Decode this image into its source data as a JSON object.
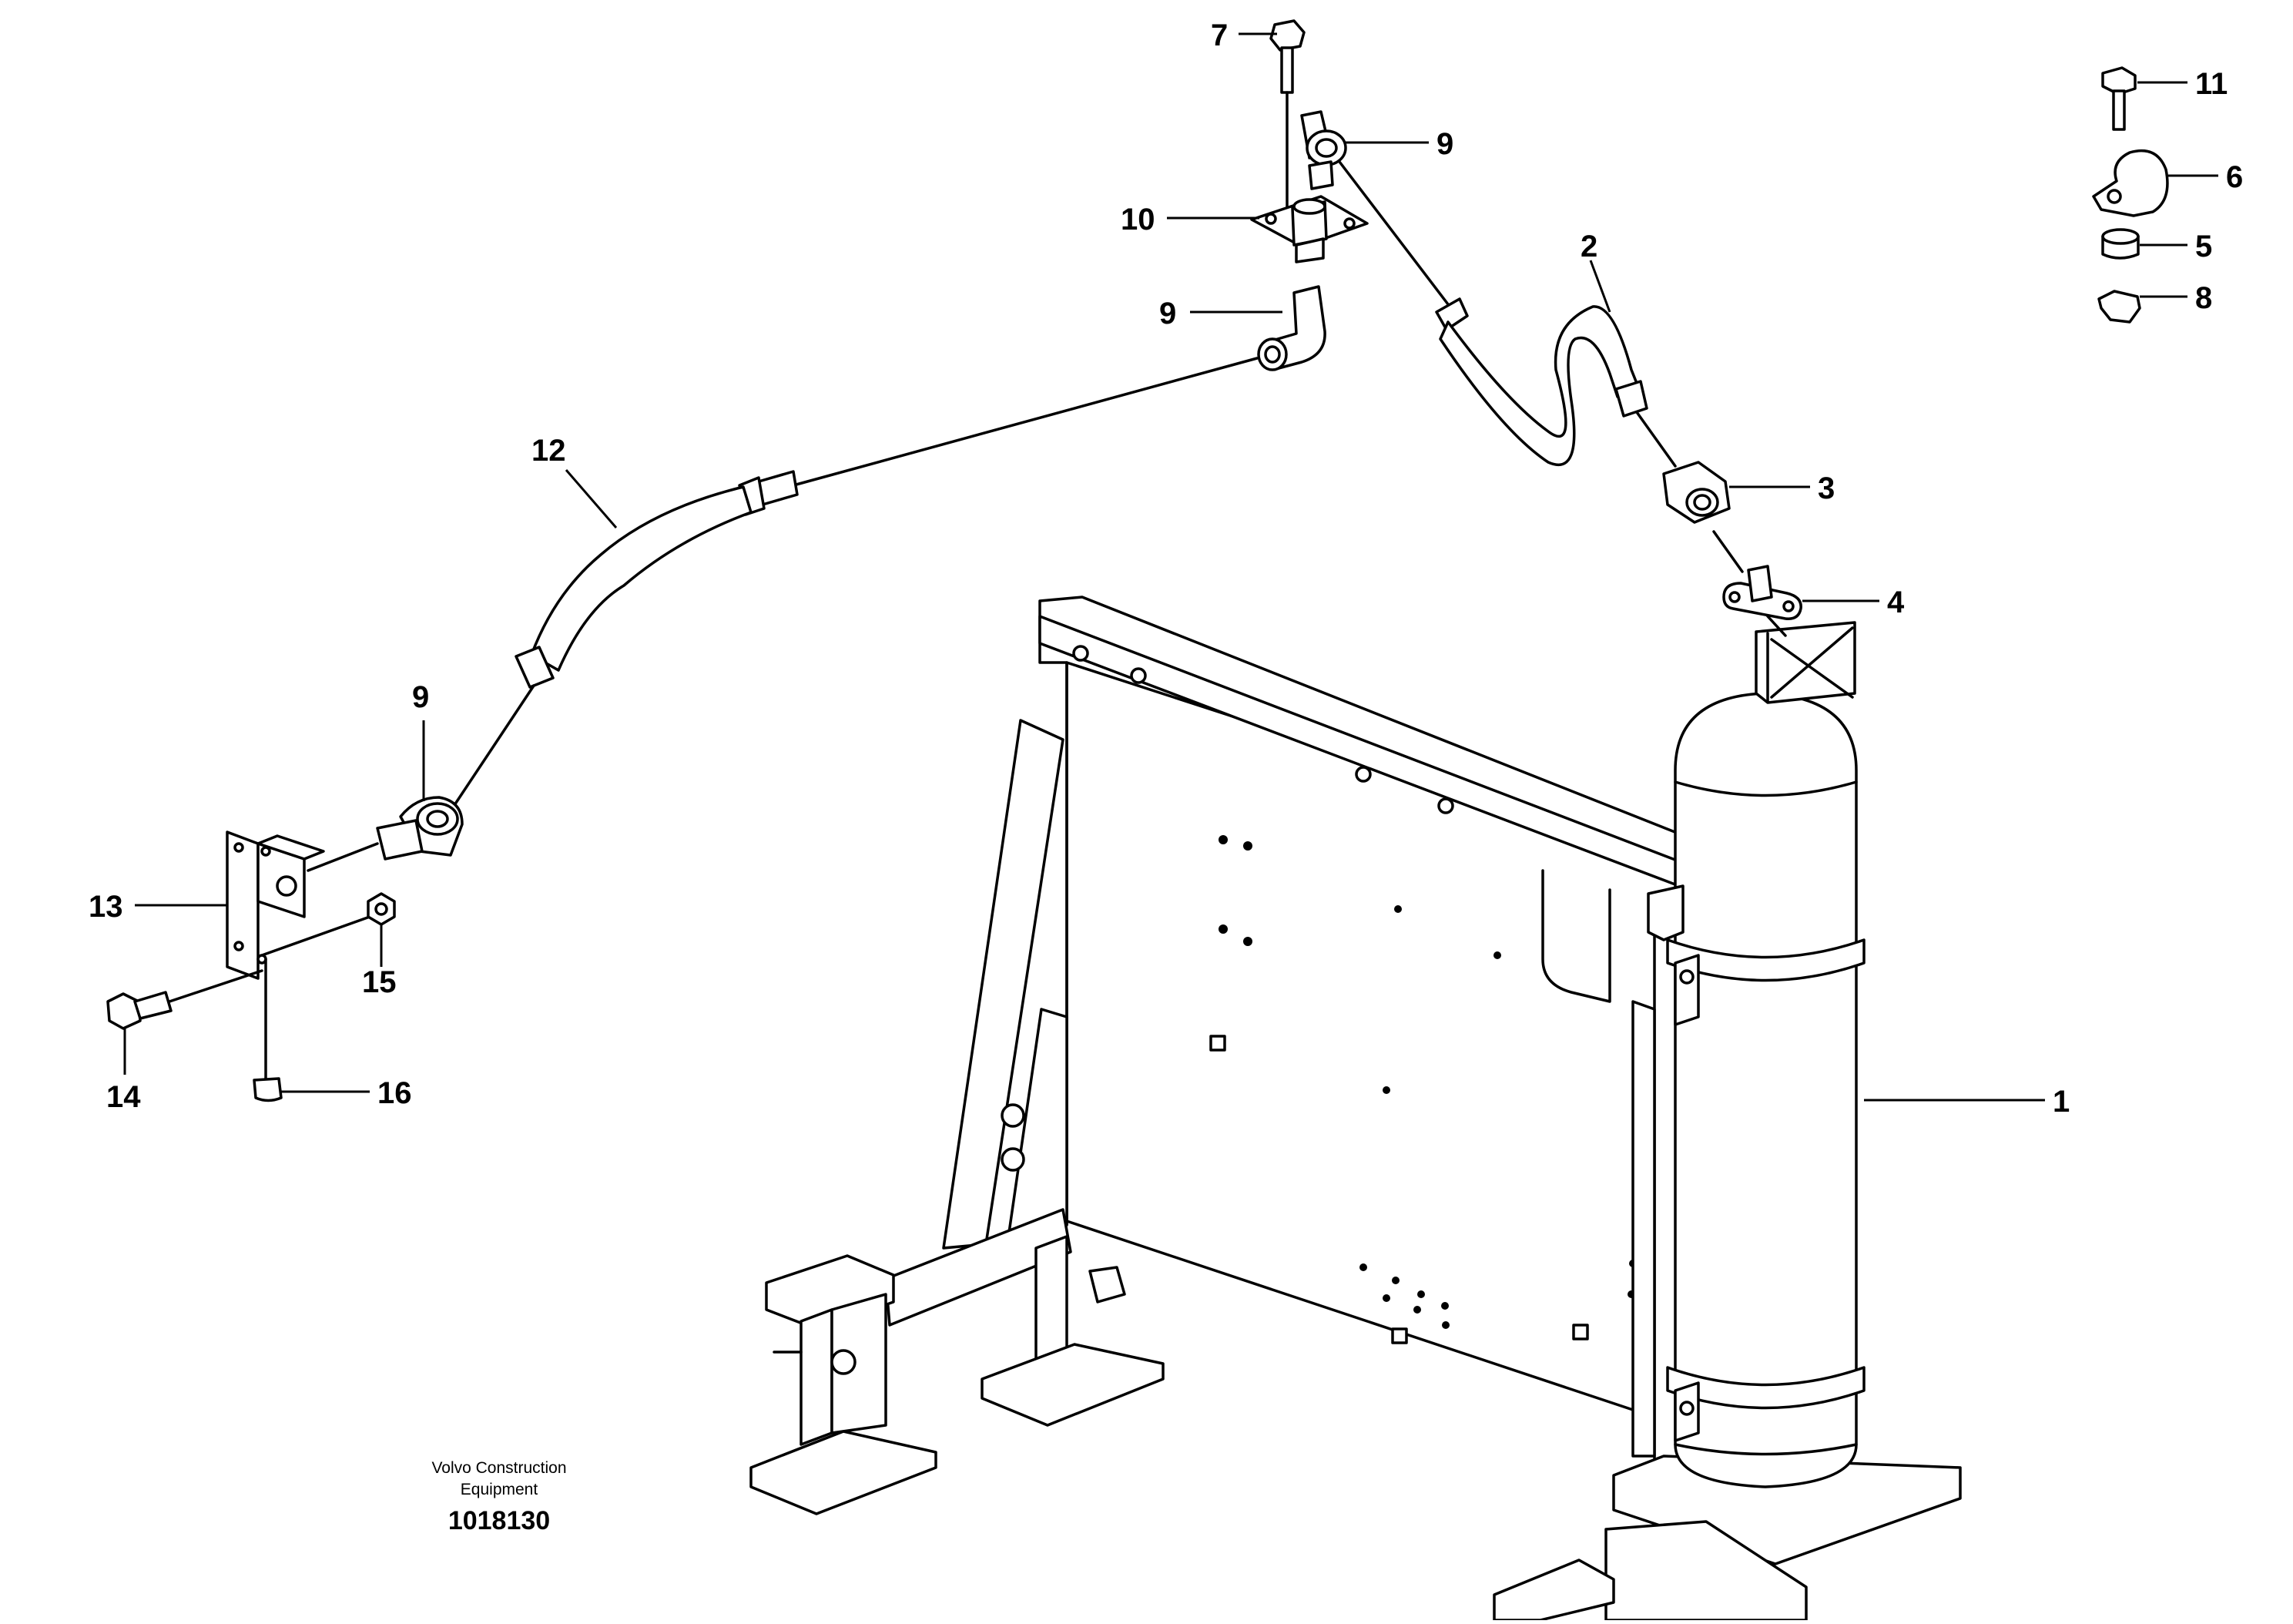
{
  "diagram": {
    "callouts": [
      {
        "id": "c1",
        "label": "1"
      },
      {
        "id": "c2",
        "label": "2"
      },
      {
        "id": "c3",
        "label": "3"
      },
      {
        "id": "c4",
        "label": "4"
      },
      {
        "id": "c5",
        "label": "5"
      },
      {
        "id": "c6",
        "label": "6"
      },
      {
        "id": "c7",
        "label": "7"
      },
      {
        "id": "c8",
        "label": "8"
      },
      {
        "id": "c9a",
        "label": "9"
      },
      {
        "id": "c9b",
        "label": "9"
      },
      {
        "id": "c9c",
        "label": "9"
      },
      {
        "id": "c10",
        "label": "10"
      },
      {
        "id": "c11",
        "label": "11"
      },
      {
        "id": "c12",
        "label": "12"
      },
      {
        "id": "c13",
        "label": "13"
      },
      {
        "id": "c14",
        "label": "14"
      },
      {
        "id": "c15",
        "label": "15"
      },
      {
        "id": "c16",
        "label": "16"
      }
    ],
    "brand_line1": "Volvo Construction",
    "brand_line2": "Equipment",
    "document_number": "1018130"
  }
}
